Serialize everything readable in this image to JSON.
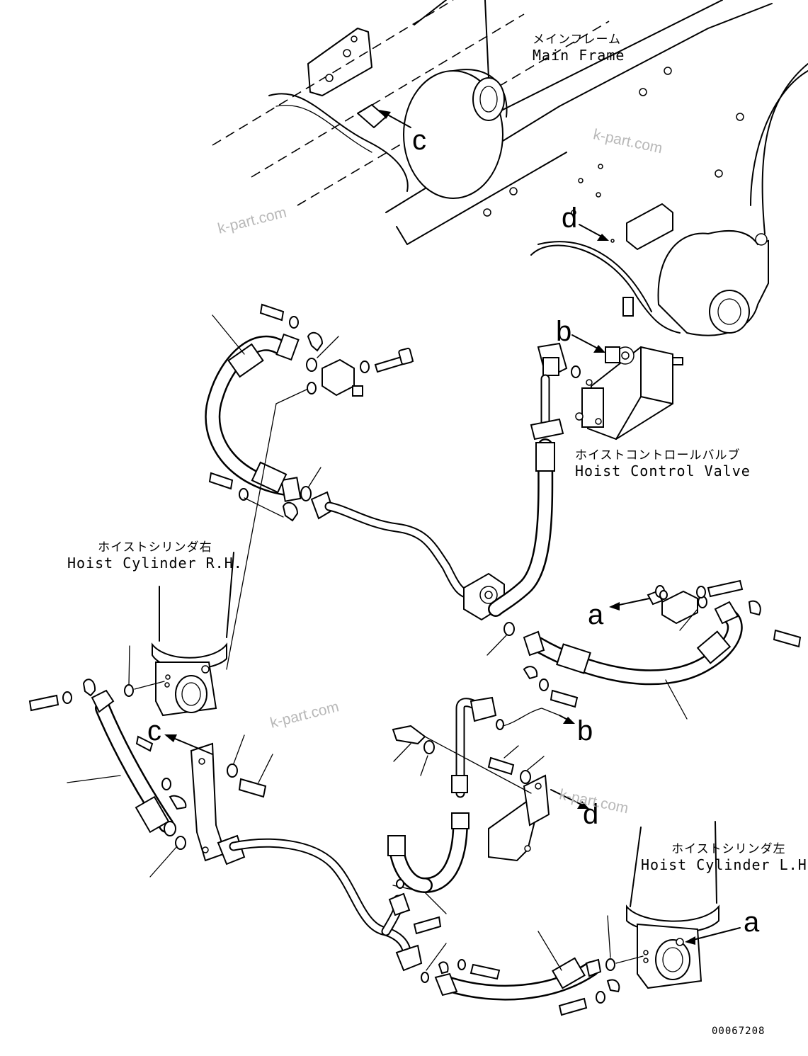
{
  "labels": {
    "main_frame": {
      "jp": "メインフレーム",
      "en": "Main Frame"
    },
    "hoist_control_valve": {
      "jp": "ホイストコントロールバルブ",
      "en": "Hoist Control Valve"
    },
    "hoist_cylinder_rh": {
      "jp": "ホイストシリンダ右",
      "en": "Hoist Cylinder R.H."
    },
    "hoist_cylinder_lh": {
      "jp": "ホイストシリンダ左",
      "en": "Hoist Cylinder L.H."
    }
  },
  "callouts": {
    "a1": "a",
    "a2": "a",
    "b1": "b",
    "b2": "b",
    "c1": "c",
    "c2": "c",
    "d1": "d",
    "d2": "d"
  },
  "watermarks": [
    "k-part.com",
    "k-part.com",
    "k-part.com",
    "k-part.com"
  ],
  "drawing_number": "00067208",
  "colors": {
    "line": "#000000",
    "background": "#ffffff",
    "watermark": "#b8b8b8"
  }
}
